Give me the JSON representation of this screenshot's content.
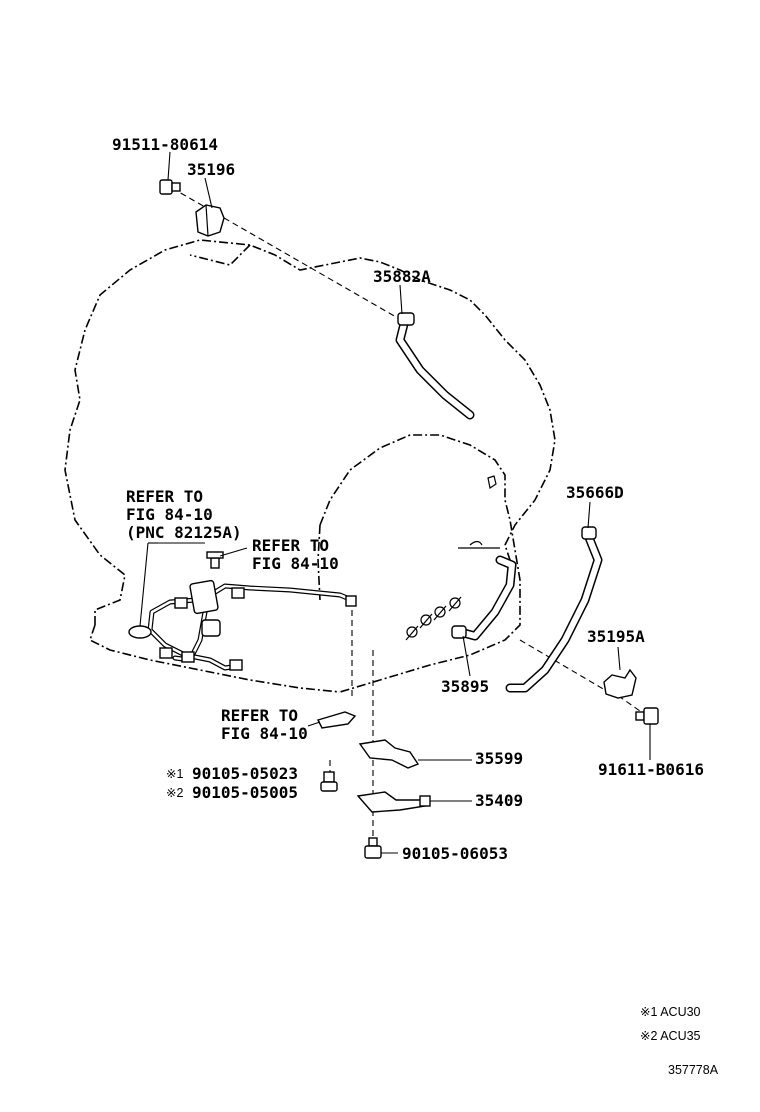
{
  "labels": {
    "p91511": "91511-80614",
    "p35196": "35196",
    "p35882a": "35882A",
    "p35666d": "35666D",
    "p35195a": "35195A",
    "p35895": "35895",
    "p91611": "91611-B0616",
    "p35599": "35599",
    "p35409": "35409",
    "p90105_06053": "90105-06053",
    "p90105_05023": "90105-05023",
    "p90105_05005": "90105-05005",
    "mark1": "※1",
    "mark2": "※2"
  },
  "refs": {
    "refer_a_line1": "REFER TO",
    "refer_a_line2": "FIG 84-10",
    "refer_a_line3": "(PNC 82125A)",
    "refer_b_line1": "REFER TO",
    "refer_b_line2": "FIG 84-10",
    "refer_c_line1": "REFER TO",
    "refer_c_line2": "FIG 84-10"
  },
  "legend": {
    "note1": "※1 ACU30",
    "note2": "※2 ACU35"
  },
  "figure_id": "357778A"
}
